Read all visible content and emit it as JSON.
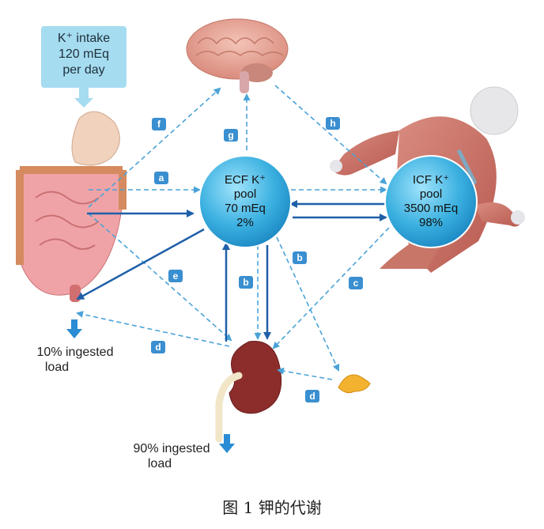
{
  "intake": {
    "line1": "K⁺ intake",
    "line2": "120 mEq",
    "line3": "per day"
  },
  "ecf": {
    "line1": "ECF K⁺",
    "line2": "pool",
    "line3": "70 mEq",
    "line4": "2%"
  },
  "icf": {
    "line1": "ICF K⁺",
    "line2": "pool",
    "line3": "3500 mEq",
    "line4": "98%"
  },
  "outputs": {
    "gut": {
      "line1": "10% ingested",
      "line2": "load"
    },
    "kidney": {
      "line1": "90% ingested",
      "line2": "load"
    }
  },
  "pathway_labels": {
    "a": "a",
    "b_left": "b",
    "b_right": "b",
    "c": "c",
    "d_left": "d",
    "d_right": "d",
    "e": "e",
    "f": "f",
    "g": "g",
    "h": "h"
  },
  "caption": "图 1  钾的代谢",
  "colors": {
    "dark_arrow": "#1f5fa8",
    "dashed_arrow": "#4aa3d8",
    "pool_fill": "#3ab0e0",
    "tag_bg": "#3a8fd0",
    "intake_bg": "#a5dcf0"
  }
}
